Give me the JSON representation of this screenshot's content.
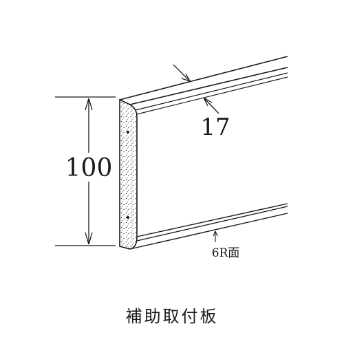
{
  "drawing": {
    "height_dimension": "100",
    "thickness_dimension": "17",
    "edge_note": "6R面"
  },
  "caption": "補助取付板",
  "colors": {
    "line": "#1a1a1a",
    "background": "#ffffff"
  }
}
